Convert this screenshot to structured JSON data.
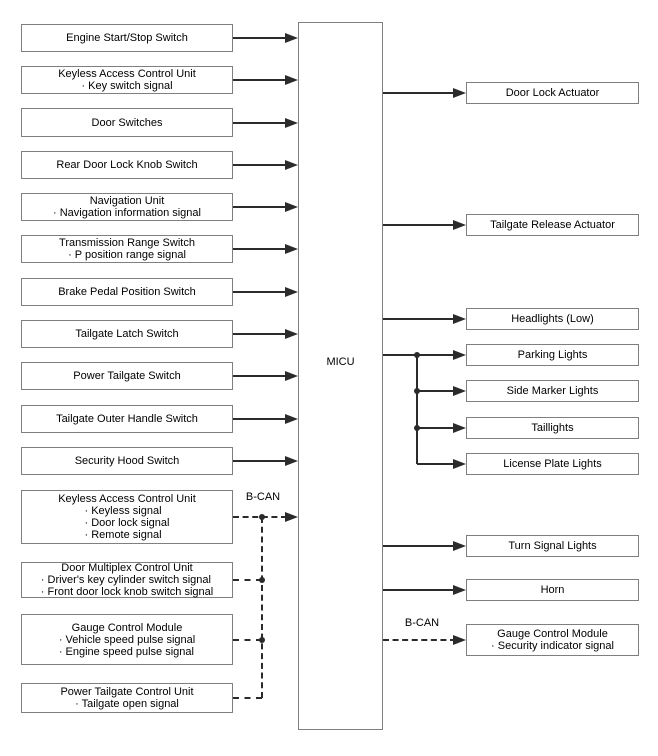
{
  "diagram": {
    "center_unit": "MICU",
    "bus_label": "B-CAN",
    "left_boxes": [
      {
        "lines": [
          "Engine Start/Stop Switch"
        ],
        "link": "solid"
      },
      {
        "lines": [
          "Keyless Access Control Unit",
          "· Key switch signal"
        ],
        "link": "solid"
      },
      {
        "lines": [
          "Door Switches"
        ],
        "link": "solid"
      },
      {
        "lines": [
          "Rear Door Lock Knob Switch"
        ],
        "link": "solid"
      },
      {
        "lines": [
          "Navigation Unit",
          "· Navigation information signal"
        ],
        "link": "solid"
      },
      {
        "lines": [
          "Transmission Range Switch",
          "· P position range signal"
        ],
        "link": "solid"
      },
      {
        "lines": [
          "Brake Pedal Position Switch"
        ],
        "link": "solid"
      },
      {
        "lines": [
          "Tailgate Latch Switch"
        ],
        "link": "solid"
      },
      {
        "lines": [
          "Power Tailgate Switch"
        ],
        "link": "solid"
      },
      {
        "lines": [
          "Tailgate Outer Handle Switch"
        ],
        "link": "solid"
      },
      {
        "lines": [
          "Security Hood Switch"
        ],
        "link": "solid"
      },
      {
        "lines": [
          "Keyless Access Control Unit",
          "· Keyless signal",
          "· Door lock signal",
          "· Remote signal"
        ],
        "link": "dashed-bcan-arrow"
      },
      {
        "lines": [
          "Door Multiplex Control Unit",
          "· Driver's key cylinder switch signal",
          "· Front door lock knob switch signal"
        ],
        "link": "dashed-bus-tap"
      },
      {
        "lines": [
          "Gauge Control Module",
          "· Vehicle speed pulse signal",
          "· Engine speed pulse signal"
        ],
        "link": "dashed-bus-tap"
      },
      {
        "lines": [
          "Power Tailgate Control Unit",
          "· Tailgate open signal"
        ],
        "link": "dashed-bus-end"
      }
    ],
    "right_boxes": [
      {
        "lines": [
          "Door Lock Actuator"
        ],
        "link": "solid"
      },
      {
        "lines": [
          "Tailgate Release Actuator"
        ],
        "link": "solid"
      },
      {
        "lines": [
          "Headlights (Low)"
        ],
        "link": "solid"
      },
      {
        "lines": [
          "Parking Lights"
        ],
        "link": "solid-branch-start"
      },
      {
        "lines": [
          "Side Marker Lights"
        ],
        "link": "branch"
      },
      {
        "lines": [
          "Taillights"
        ],
        "link": "branch"
      },
      {
        "lines": [
          "License Plate Lights"
        ],
        "link": "branch-end"
      },
      {
        "lines": [
          "Turn Signal Lights"
        ],
        "link": "solid"
      },
      {
        "lines": [
          "Horn"
        ],
        "link": "solid"
      },
      {
        "lines": [
          "Gauge Control Module",
          "· Security indicator signal"
        ],
        "link": "dashed-bcan-arrow"
      }
    ],
    "colors": {
      "line": "#2b2b2b",
      "box_border": "#7f7f7f",
      "text": "#000000",
      "background": "#ffffff"
    }
  }
}
